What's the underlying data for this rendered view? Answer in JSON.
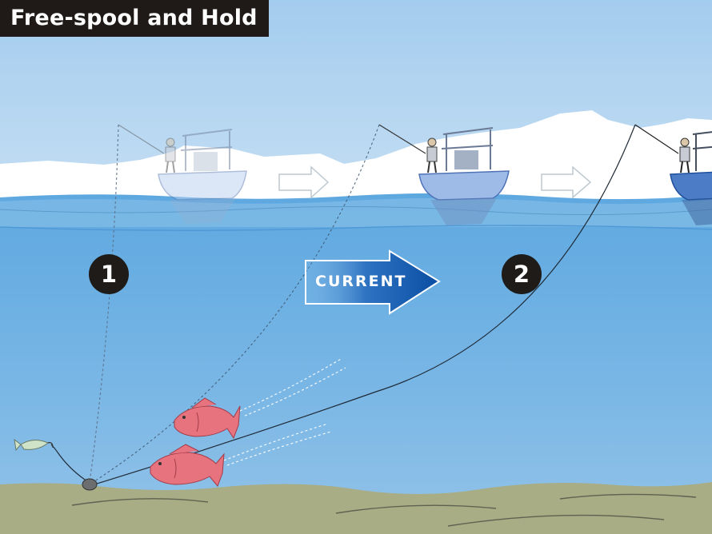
{
  "title": "Free-spool and Hold",
  "markers": {
    "first": "1",
    "second": "2"
  },
  "current_label": "CURRENT",
  "colors": {
    "sky": "#a9cfee",
    "water": "#6aaee0",
    "seabed": "#a8ad86",
    "fish": "#e8707c",
    "current_arrow": "#0d52a6",
    "title_bg": "#1f1a17"
  },
  "icons": [
    "boat-icon",
    "angler-icon",
    "fish-icon",
    "baitfish-icon",
    "sinker-icon",
    "arrow-right-icon"
  ]
}
